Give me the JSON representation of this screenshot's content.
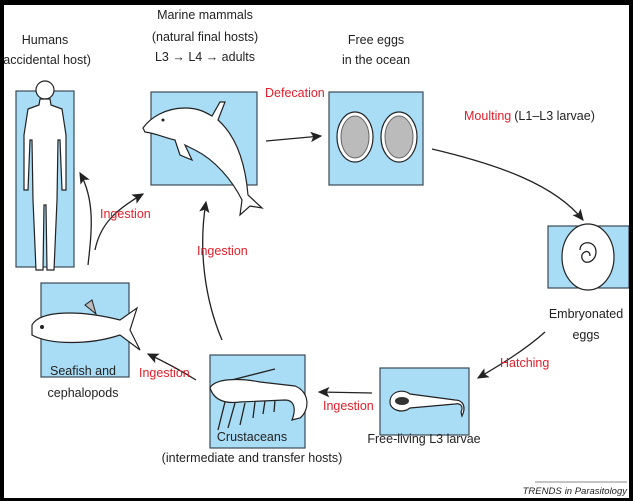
{
  "stages": {
    "humans": {
      "line1": "Humans",
      "line2": "(accidental host)"
    },
    "marine_mammals": {
      "line1": "Marine mammals",
      "line2": "(natural final hosts)",
      "line3": "L3 → L4 → adults"
    },
    "free_eggs": {
      "line1": "Free eggs",
      "line2": "in the ocean"
    },
    "embryonated": {
      "line1": "Embryonated",
      "line2": "eggs"
    },
    "larvae": {
      "line1": "Free-living L3 larvae"
    },
    "crustaceans": {
      "line1": "Crustaceans",
      "line2": "(intermediate and transfer hosts)"
    },
    "seafish": {
      "line1": "Seafish and",
      "line2": "cephalopods"
    }
  },
  "transitions": {
    "defecation": "Defecation",
    "moulting": "Moulting",
    "moulting_note": "(L1–L3 larvae)",
    "hatching": "Hatching",
    "ingestion_larvae": "Ingestion",
    "ingestion_crustacean": "Ingestion",
    "ingestion_fish_human": "Ingestion",
    "ingestion_crustacean_mammal": "Ingestion"
  },
  "credit": {
    "journal": "TRENDS",
    "suffix": "in Parasitology"
  },
  "colors": {
    "box": "#a9dcf5",
    "accent": "#e01e2a"
  }
}
